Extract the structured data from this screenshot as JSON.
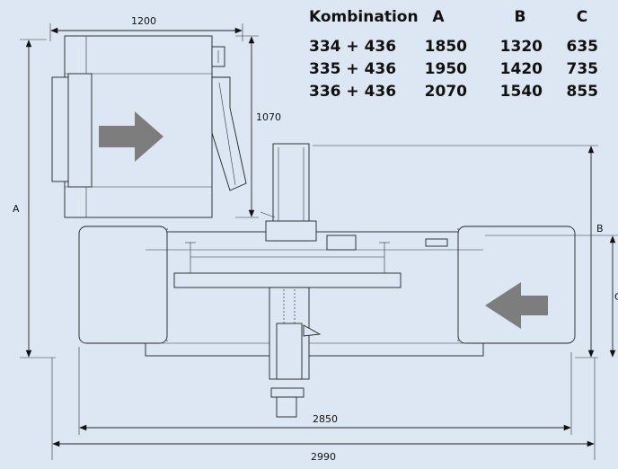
{
  "table": {
    "headers": [
      "Kombination",
      "A",
      "B",
      "C"
    ],
    "rows": [
      [
        "334 + 436",
        "1850",
        "1320",
        "635"
      ],
      [
        "335 + 436",
        "1950",
        "1420",
        "735"
      ],
      [
        "336 + 436",
        "2070",
        "1540",
        "855"
      ]
    ]
  },
  "dimensions": {
    "top_width": "1200",
    "top_height": "1070",
    "left_height": "A",
    "right_b": "B",
    "right_c": "C",
    "bottom_inner": "2850",
    "bottom_outer": "2990"
  },
  "colors": {
    "background": "#dde7f4",
    "arrow": "#7d7d7d",
    "line": "#222222"
  }
}
